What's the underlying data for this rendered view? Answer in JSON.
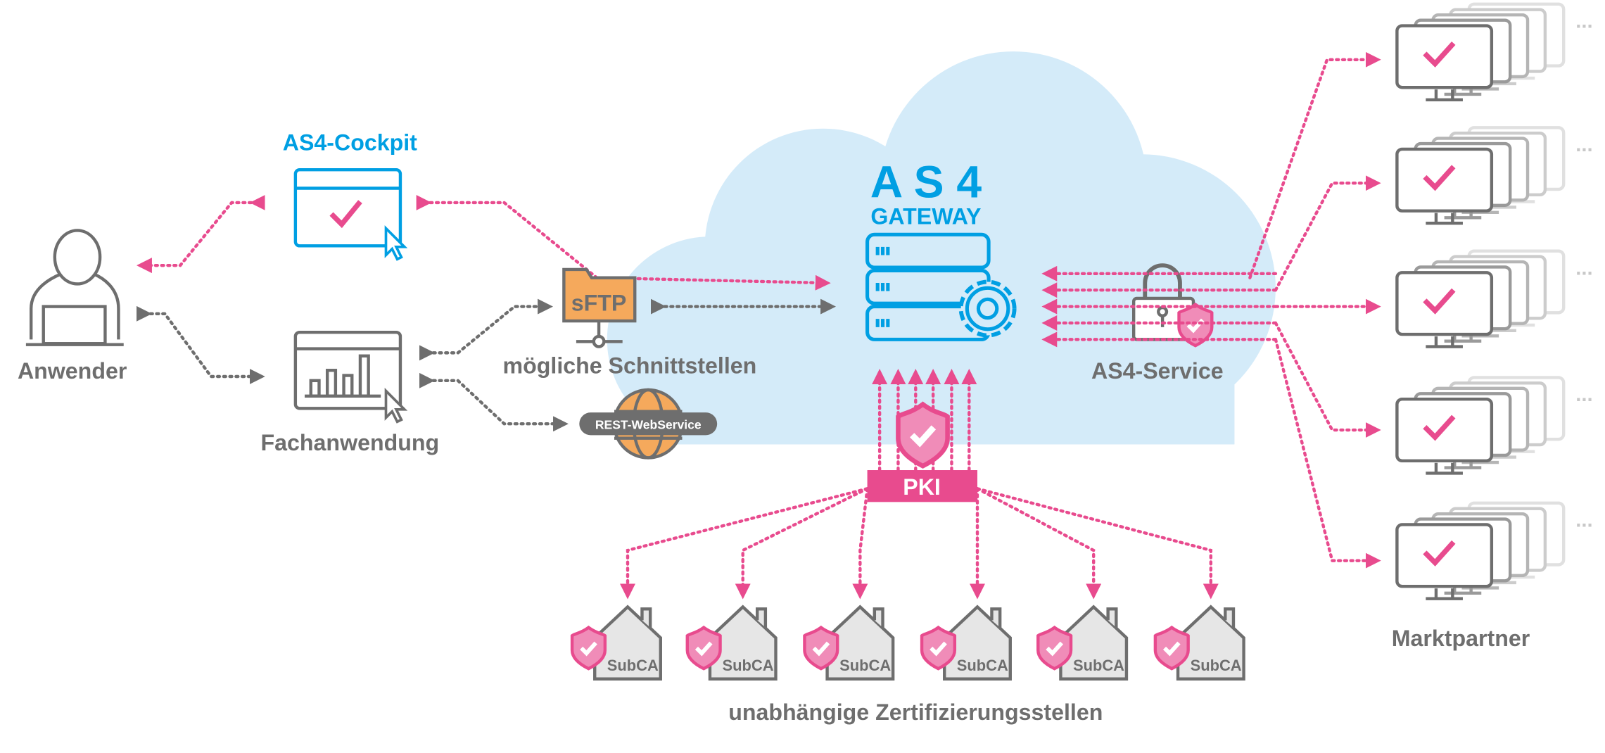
{
  "colors": {
    "blue": "#009fe3",
    "pink": "#e84b8e",
    "gray": "#6e6e6e",
    "cloud": "#d4ebf9",
    "orange": "#f5a95c"
  },
  "user": {
    "label": "Anwender"
  },
  "cockpit": {
    "label": "AS4-Cockpit"
  },
  "business_app": {
    "label": "Fachanwendung"
  },
  "interfaces": {
    "label": "mögliche Schnittstellen",
    "sftp": "sFTP",
    "rest": "REST-WebService"
  },
  "gateway": {
    "title": "A S 4",
    "subtitle": "GATEWAY"
  },
  "service": {
    "label": "AS4-Service"
  },
  "pki": {
    "label": "PKI"
  },
  "subca": {
    "items": [
      "SubCA",
      "SubCA",
      "SubCA",
      "SubCA",
      "SubCA",
      "SubCA"
    ],
    "label": "unabhängige Zertifizierungsstellen"
  },
  "partners": {
    "label": "Marktpartner",
    "ellipsis": "..."
  }
}
